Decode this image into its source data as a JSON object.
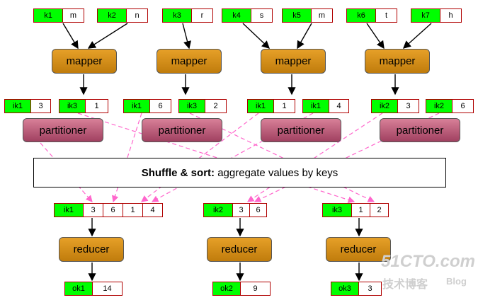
{
  "mapper_inputs": [
    [
      {
        "k": "k1",
        "v": "m"
      },
      {
        "k": "k2",
        "v": "n"
      }
    ],
    [
      {
        "k": "k3",
        "v": "r"
      }
    ],
    [
      {
        "k": "k4",
        "v": "s"
      },
      {
        "k": "k5",
        "v": "m"
      }
    ],
    [
      {
        "k": "k6",
        "v": "t"
      },
      {
        "k": "k7",
        "v": "h"
      }
    ]
  ],
  "mapper_label": "mapper",
  "partitioner_label": "partitioner",
  "reducer_label": "reducer",
  "intermediate": [
    [
      {
        "k": "ik1",
        "v": "3"
      },
      {
        "k": "ik3",
        "v": "1"
      }
    ],
    [
      {
        "k": "ik1",
        "v": "6"
      },
      {
        "k": "ik3",
        "v": "2"
      }
    ],
    [
      {
        "k": "ik1",
        "v": "1"
      },
      {
        "k": "ik1",
        "v": "4"
      }
    ],
    [
      {
        "k": "ik2",
        "v": "3"
      },
      {
        "k": "ik2",
        "v": "6"
      }
    ]
  ],
  "shuffle": {
    "bold": "Shuffle & sort:",
    "rest": " aggregate values by keys"
  },
  "reducer_inputs": [
    {
      "k": "ik1",
      "values": [
        "3",
        "6",
        "1",
        "4"
      ]
    },
    {
      "k": "ik2",
      "values": [
        "3",
        "6"
      ]
    },
    {
      "k": "ik3",
      "values": [
        "1",
        "2"
      ]
    }
  ],
  "outputs": [
    {
      "k": "ok1",
      "v": "14"
    },
    {
      "k": "ok2",
      "v": "9"
    },
    {
      "k": "ok3",
      "v": "3"
    }
  ],
  "watermark": {
    "site": "51CTO.com",
    "sub": "技术博客",
    "blog": "Blog"
  },
  "colors": {
    "key_fill": "#00ff00",
    "border": "#b00000",
    "arrow": "#000000",
    "shuffle_arrow": "#ff66cc"
  }
}
